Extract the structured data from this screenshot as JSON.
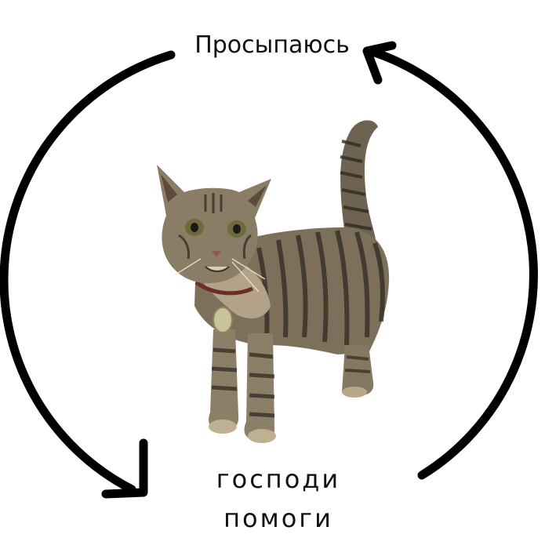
{
  "captions": {
    "top": "Просыпаюсь",
    "bottom_line1": "господи",
    "bottom_line2": "помоги"
  },
  "illustration": {
    "subject": "tabby-cat-icon",
    "arrow_color": "#000000",
    "cat_colors": {
      "fur_light": "#8a7b63",
      "fur_dark": "#3b3328",
      "belly": "#b9a98c",
      "eyes": "#6f6a3c"
    }
  }
}
